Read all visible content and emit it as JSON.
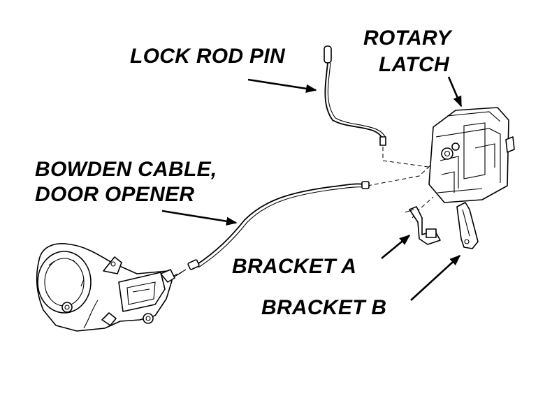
{
  "labels": {
    "lock_rod_pin": "LOCK ROD PIN",
    "rotary_latch_1": "ROTARY",
    "rotary_latch_2": "LATCH",
    "bowden_cable_1": "BOWDEN CABLE,",
    "bowden_cable_2": "DOOR OPENER",
    "bracket_a": "BRACKET A",
    "bracket_b": "BRACKET B"
  }
}
